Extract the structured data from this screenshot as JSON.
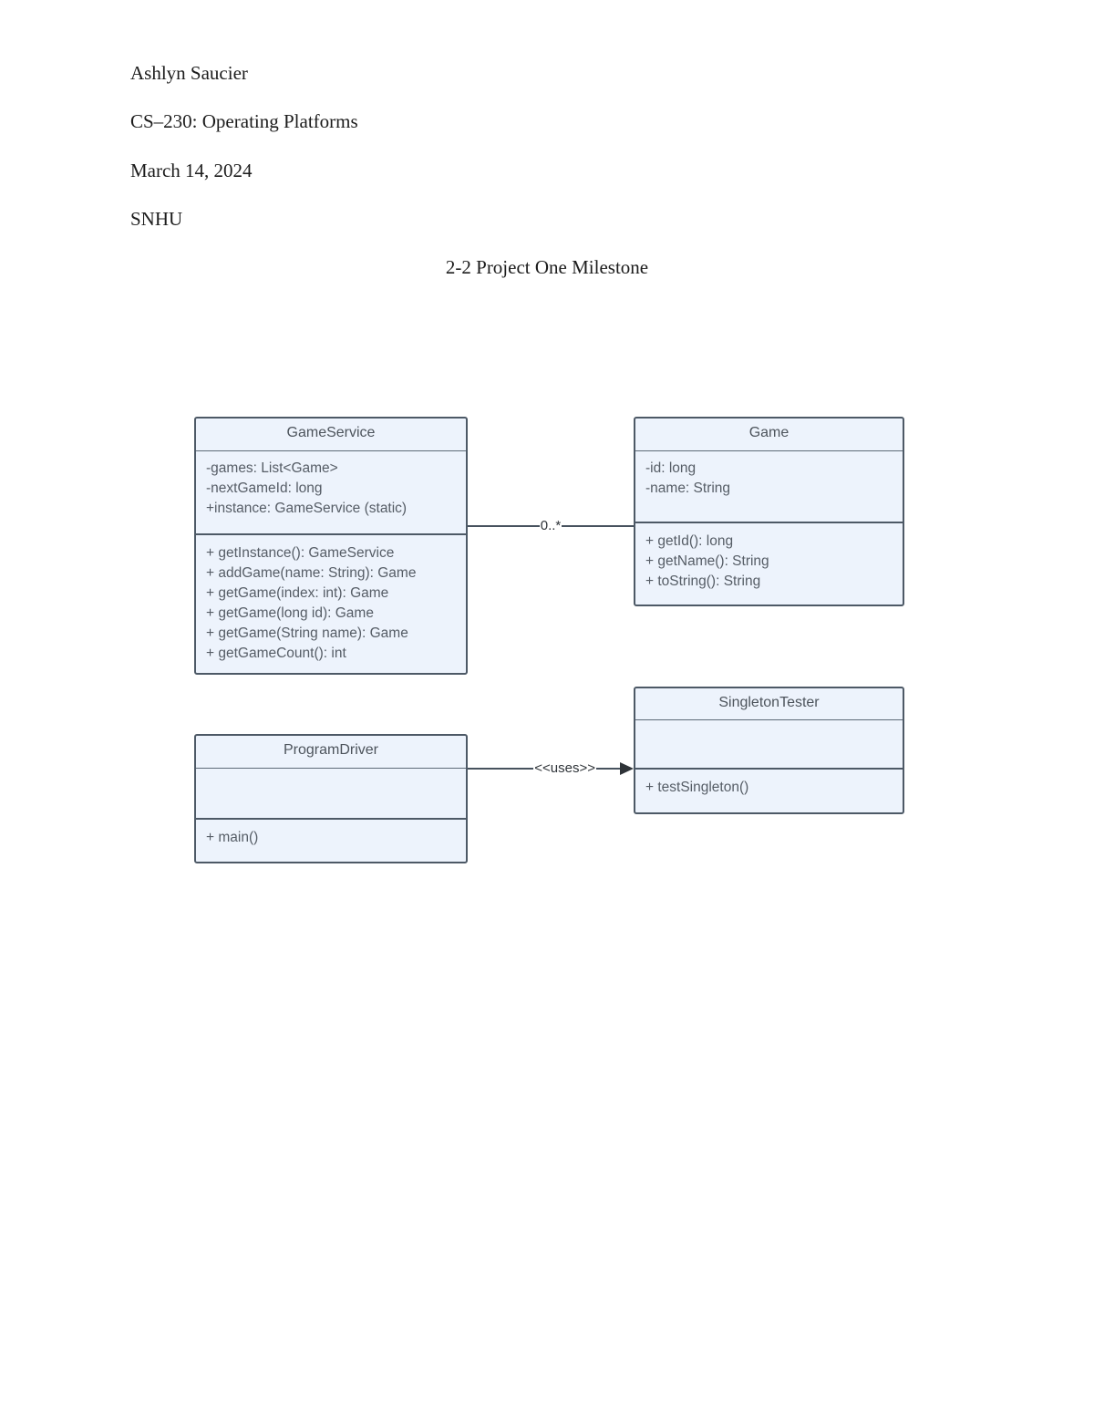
{
  "document": {
    "author": "Ashlyn Saucier",
    "course": "CS–230: Operating Platforms",
    "date": "March 14, 2024",
    "school": "SNHU",
    "title": "2-2 Project One Milestone"
  },
  "diagram": {
    "classes": [
      {
        "name": "GameService",
        "attributes": [
          "-games: List<Game>",
          "-nextGameId: long",
          "+instance: GameService (static)"
        ],
        "methods": [
          "+ getInstance(): GameService",
          "+ addGame(name: String): Game",
          "+ getGame(index: int): Game",
          "+ getGame(long id): Game",
          "+ getGame(String name): Game",
          "+ getGameCount(): int"
        ]
      },
      {
        "name": "Game",
        "attributes": [
          "-id: long",
          "-name: String"
        ],
        "methods": [
          "+ getId(): long",
          "+ getName(): String",
          "+ toString(): String"
        ]
      },
      {
        "name": "ProgramDriver",
        "attributes": [],
        "methods": [
          "+ main()"
        ]
      },
      {
        "name": "SingletonTester",
        "attributes": [],
        "methods": [
          "+ testSingleton()"
        ]
      }
    ],
    "connectors": [
      {
        "type": "association",
        "from": "GameService",
        "to": "Game",
        "label": "0..*"
      },
      {
        "type": "dependency-arrow",
        "from": "ProgramDriver",
        "to": "SingletonTester",
        "label": "<<uses>>"
      }
    ],
    "colors": {
      "box_fill": "#edf3fc",
      "box_border": "#4d5966",
      "line": "#47525e",
      "text": "#565d66"
    }
  }
}
